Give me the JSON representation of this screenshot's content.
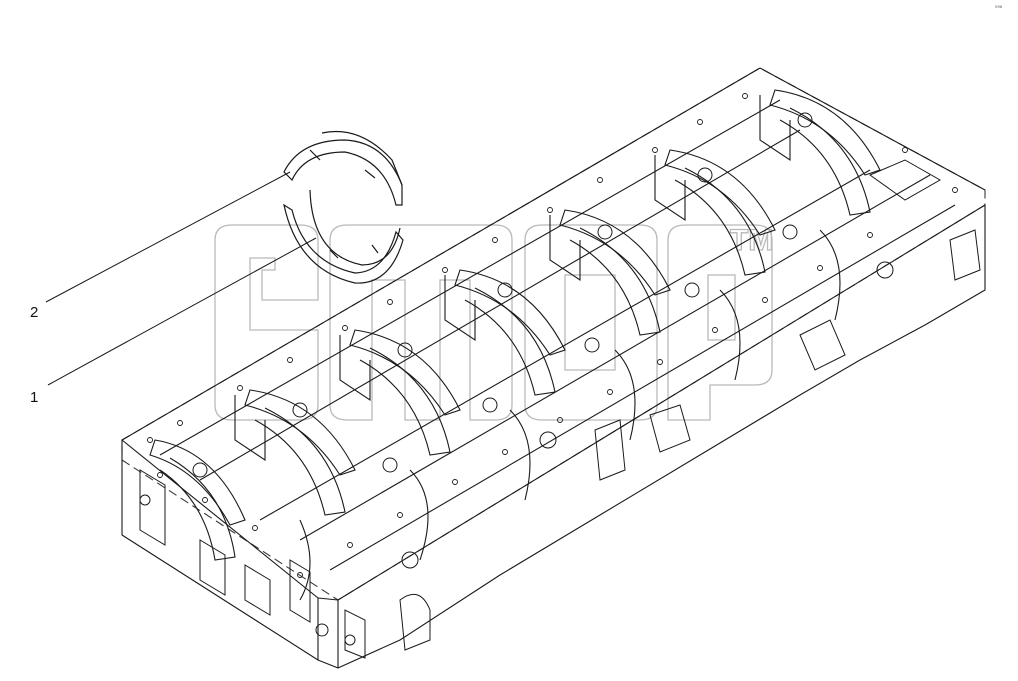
{
  "callouts": [
    {
      "id": "1",
      "label": "1"
    },
    {
      "id": "2",
      "label": "2"
    }
  ],
  "corner_mark": "⁰⁹⁶",
  "watermark": {
    "trademark": "TM"
  },
  "colors": {
    "line": "#1a1a1a",
    "dashed": "#3a3a3a",
    "watermark": "#b9b9b9",
    "background": "#ffffff"
  }
}
